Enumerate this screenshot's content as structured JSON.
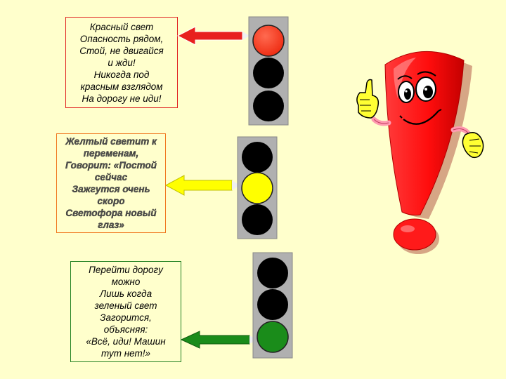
{
  "poems": {
    "red": [
      "Красный свет",
      "Опасность рядом,",
      "Стой, не двигайся",
      "и жди!",
      "Никогда под",
      "красным взглядом",
      "На дорогу не иди!"
    ],
    "yellow": [
      "Желтый светит к",
      "переменам,",
      "Говорит: «Постой",
      "сейчас",
      "Зажгутся очень",
      "скоро",
      "Светофора новый",
      "глаз»"
    ],
    "green": [
      "Перейти дорогу",
      "можно",
      "Лишь когда",
      "зеленый свет",
      "Загорится,",
      "объясняя:",
      "«Всё, иди! Машин",
      "тут нет!»"
    ]
  },
  "colors": {
    "background": "#ffffcc",
    "red_light": "#ff3c1e",
    "yellow_light": "#ffff00",
    "green_light": "#1a8c1a",
    "off_light": "#000000",
    "housing": "#b0b0b0",
    "mascot": "#ff1a1a"
  },
  "icons": {
    "traffic_light": "traffic-light-icon",
    "arrow": "arrow-left-icon",
    "mascot": "exclamation-mascot-icon"
  }
}
